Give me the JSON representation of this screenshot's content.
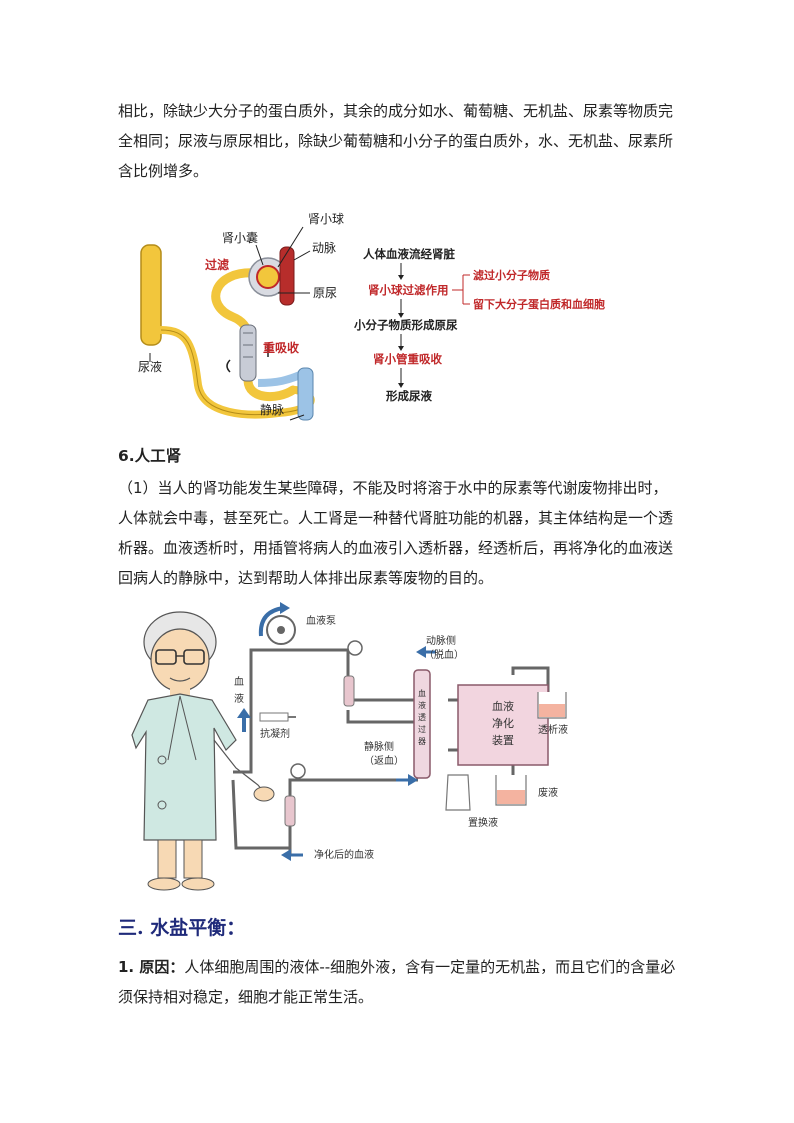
{
  "intro_paragraph": "相比，除缺少大分子的蛋白质外，其余的成分如水、葡萄糖、无机盐、尿素等物质完全相同；尿液与原尿相比，除缺少葡萄糖和小分子的蛋白质外，水、无机盐、尿素所含比例增多。",
  "kidney_figure": {
    "labels": {
      "glomerulus": "肾小球",
      "capsule": "肾小囊",
      "artery": "动脉",
      "filtration": "过滤",
      "primary_urine": "原尿",
      "reabsorption": "重吸收",
      "urine": "尿液",
      "vein": "静脉"
    },
    "flow": {
      "step1": "人体血液流经肾脏",
      "step2": "肾小球过滤作用",
      "branch1": "滤过小分子物质",
      "branch2": "留下大分子蛋白质和血细胞",
      "step3": "小分子物质形成原尿",
      "step4": "肾小管重吸收",
      "step5": "形成尿液"
    }
  },
  "section6": {
    "heading": "6.人工肾",
    "paragraph": "（1）当人的肾功能发生某些障碍，不能及时将溶于水中的尿素等代谢废物排出时，人体就会中毒，甚至死亡。人工肾是一种替代肾脏功能的机器，其主体结构是一个透析器。血液透析时，用插管将病人的血液引入透析器，经透析后，再将净化的血液送回病人的静脉中，达到帮助人体排出尿素等废物的目的。"
  },
  "dialysis_figure": {
    "labels": {
      "blood_pump": "血液泵",
      "blood_v1": "血",
      "blood_v2": "液",
      "artery_side1": "动脉侧",
      "artery_side2": "（脱血）",
      "anticoagulant": "抗凝剂",
      "device1": "血液",
      "device2": "净化",
      "device3": "装置",
      "dialysate": "透析液",
      "vein_side1": "静脉侧",
      "vein_side2": "（返血）",
      "waste": "废液",
      "replacement": "置换液",
      "purified_blood": "净化后的血液",
      "dialyzer_chars": [
        "血",
        "液",
        "透",
        "过",
        "器"
      ]
    }
  },
  "section3": {
    "heading": "三. 水盐平衡：",
    "paragraph_bold": "1. 原因：",
    "paragraph_rest": "人体细胞周围的液体--细胞外液，含有一定量的无机盐，而且它们的含量必须保持相对稳定，细胞才能正常生活。"
  },
  "colors": {
    "red_label": "#c0282a",
    "heading_blue": "#1f2a7a",
    "device_pink": "#f2d5df",
    "tube_yellow": "#f2c63c",
    "vein_blue": "#9cc3e6",
    "artery_red": "#b72d2b"
  }
}
